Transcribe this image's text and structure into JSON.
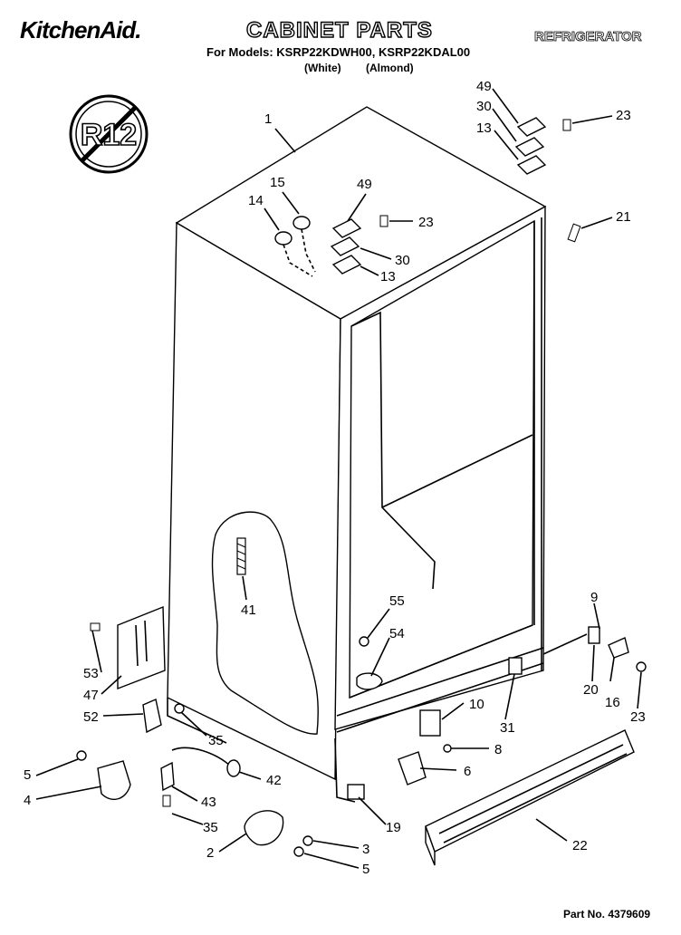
{
  "header": {
    "brand": "KitchenAid.",
    "title": "CABINET PARTS",
    "product": "REFRIGERATOR",
    "models": "For Models: KSRP22KDWH00, KSRP22KDAL00",
    "variant_white": "(White)",
    "variant_almond": "(Almond)"
  },
  "badge": {
    "text": "R12"
  },
  "callouts": [
    "1",
    "15",
    "14",
    "49",
    "23",
    "30",
    "13",
    "49",
    "30",
    "13",
    "23",
    "21",
    "41",
    "55",
    "54",
    "9",
    "53",
    "47",
    "52",
    "35",
    "10",
    "31",
    "20",
    "16",
    "23",
    "8",
    "6",
    "5",
    "4",
    "42",
    "43",
    "35",
    "19",
    "22",
    "2",
    "3",
    "5"
  ],
  "footer": {
    "part_no": "Part No. 4379609"
  }
}
